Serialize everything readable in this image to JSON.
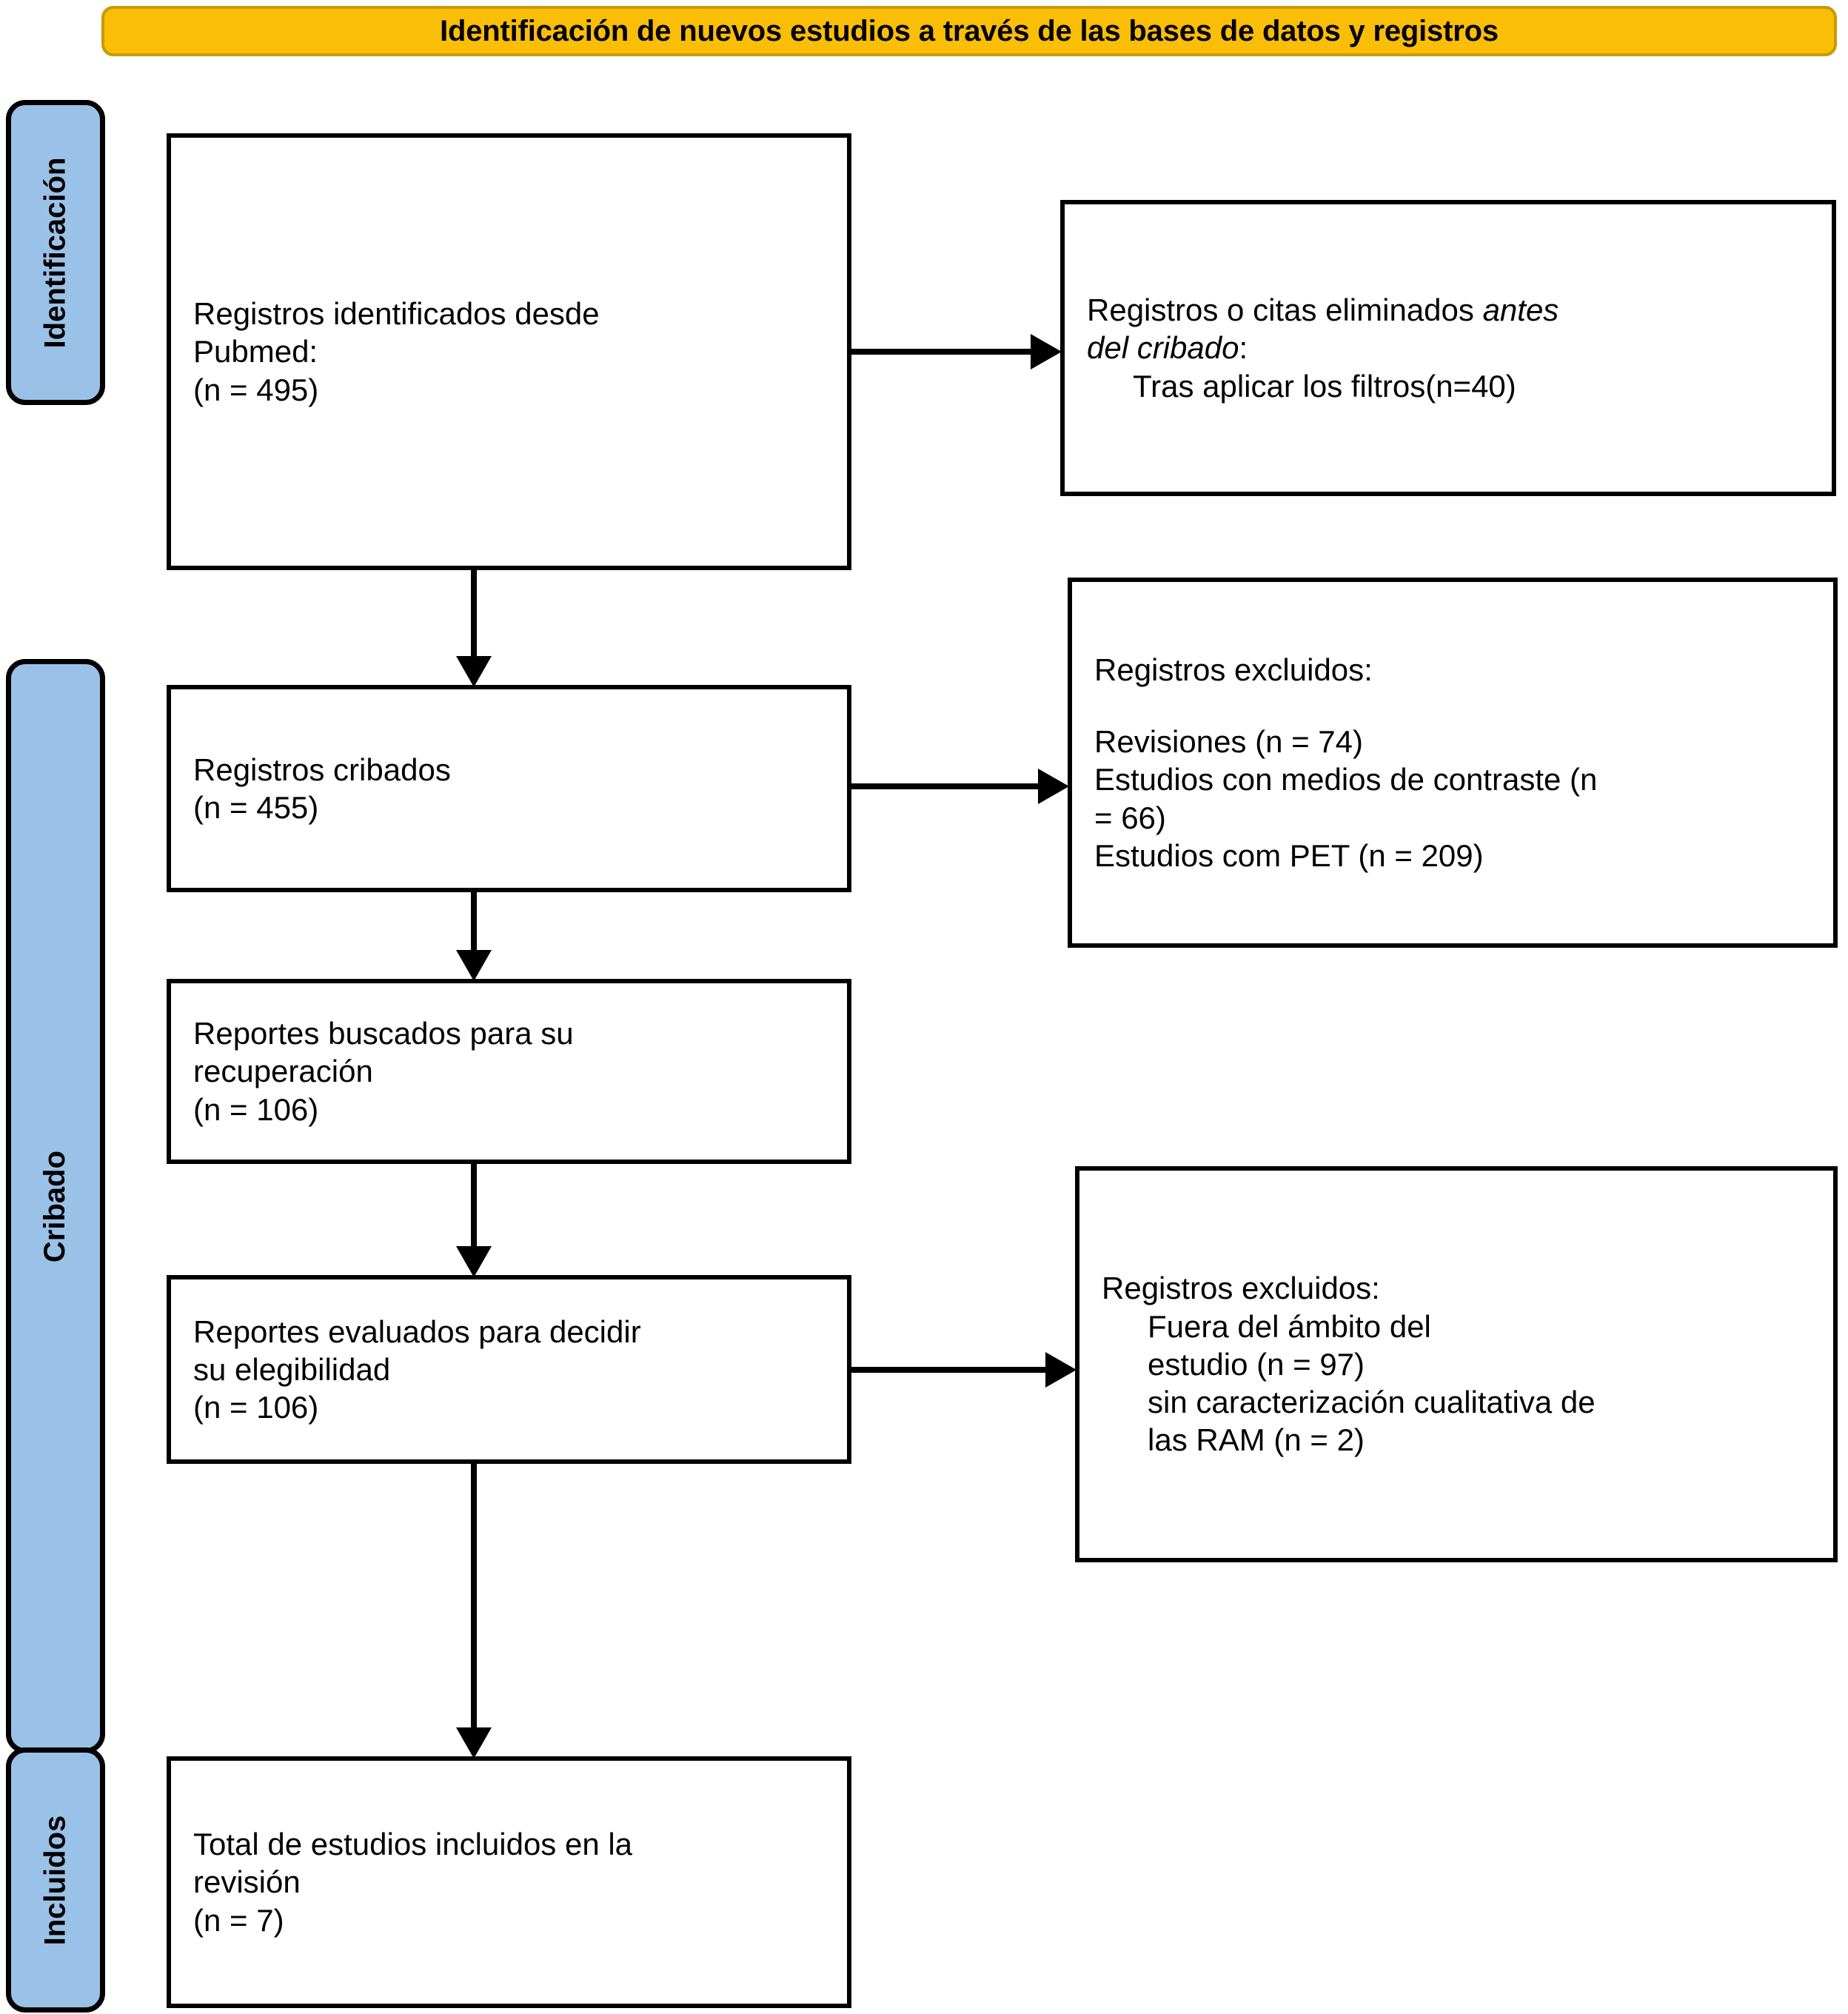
{
  "banner": {
    "title": "Identificación de nuevos estudios a través de las bases de datos y registros",
    "color": "#FBBE06"
  },
  "stage_labels": {
    "color": "#9AC2E8",
    "identificacion": "Identificación",
    "cribado": "Cribado",
    "incluidos": "Incluidos"
  },
  "boxes": {
    "identificados": {
      "line1": "Registros identificados desde",
      "line2": "Pubmed:",
      "line3": "(n = 495)"
    },
    "eliminados": {
      "line1_pre": "Registros o citas eliminados ",
      "line1_italic": "antes",
      "line2_italic": "del cribado",
      "line2_post": ":",
      "line3": "Tras aplicar los filtros(n=40)"
    },
    "cribados": {
      "line1": "Registros cribados",
      "line2": "(n = 455)"
    },
    "excluidos_1": {
      "line1": "Registros excluidos:",
      "line2": "Revisiones (n = 74)",
      "line3": "Estudios con medios de contraste (n",
      "line4": "= 66)",
      "line5": "Estudios com PET (n = 209)"
    },
    "buscados": {
      "line1": "Reportes buscados para su",
      "line2": "recuperación",
      "line3": "(n = 106)"
    },
    "evaluados": {
      "line1": "Reportes evaluados para decidir",
      "line2": "su elegibilidad",
      "line3": "(n = 106)"
    },
    "excluidos_2": {
      "line1": "Registros excluidos:",
      "line2": "Fuera del ámbito del",
      "line3": "estudio (n = 97)",
      "line4": "sin caracterización cualitativa de",
      "line5": "las RAM (n = 2)"
    },
    "incluidos": {
      "line1": "Total de estudios incluidos en la",
      "line2": "revisión",
      "line3": "(n = 7)"
    }
  },
  "chart_data": {
    "type": "diagram",
    "title": "Identificación de nuevos estudios a través de las bases de datos y registros",
    "diagram_kind": "PRISMA flow diagram",
    "stages": [
      "Identificación",
      "Cribado",
      "Incluidos"
    ],
    "nodes": [
      {
        "id": "identificados",
        "stage": "Identificación",
        "label": "Registros identificados desde Pubmed:",
        "n": 495
      },
      {
        "id": "eliminados",
        "stage": "Identificación",
        "label": "Registros o citas eliminados antes del cribado: Tras aplicar los filtros",
        "n": 40
      },
      {
        "id": "cribados",
        "stage": "Cribado",
        "label": "Registros cribados",
        "n": 455
      },
      {
        "id": "excluidos_1",
        "stage": "Cribado",
        "label": "Registros excluidos",
        "breakdown": [
          {
            "reason": "Revisiones",
            "n": 74
          },
          {
            "reason": "Estudios con medios de contraste",
            "n": 66
          },
          {
            "reason": "Estudios com PET",
            "n": 209
          }
        ]
      },
      {
        "id": "buscados",
        "stage": "Cribado",
        "label": "Reportes buscados para su recuperación",
        "n": 106
      },
      {
        "id": "evaluados",
        "stage": "Cribado",
        "label": "Reportes evaluados para decidir su elegibilidad",
        "n": 106
      },
      {
        "id": "excluidos_2",
        "stage": "Cribado",
        "label": "Registros excluidos",
        "breakdown": [
          {
            "reason": "Fuera del ámbito del estudio",
            "n": 97
          },
          {
            "reason": "sin caracterización cualitativa de las RAM",
            "n": 2
          }
        ]
      },
      {
        "id": "incluidos",
        "stage": "Incluidos",
        "label": "Total de estudios incluidos en la revisión",
        "n": 7
      }
    ],
    "edges": [
      {
        "from": "identificados",
        "to": "eliminados",
        "direction": "right"
      },
      {
        "from": "identificados",
        "to": "cribados",
        "direction": "down"
      },
      {
        "from": "cribados",
        "to": "excluidos_1",
        "direction": "right"
      },
      {
        "from": "cribados",
        "to": "buscados",
        "direction": "down"
      },
      {
        "from": "buscados",
        "to": "evaluados",
        "direction": "down"
      },
      {
        "from": "evaluados",
        "to": "excluidos_2",
        "direction": "right"
      },
      {
        "from": "evaluados",
        "to": "incluidos",
        "direction": "down"
      }
    ]
  }
}
